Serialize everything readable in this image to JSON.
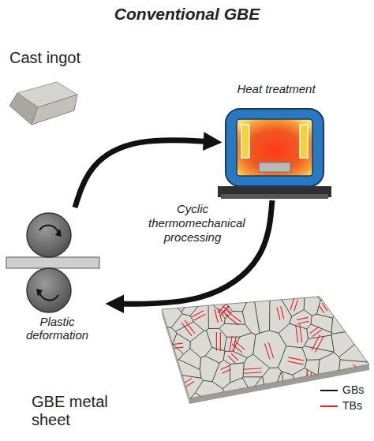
{
  "diagram": {
    "title": "Conventional GBE",
    "nodes": [
      {
        "text": [
          "Cast ingot"
        ]
      },
      {
        "text": [
          "Heat treatment"
        ]
      },
      {
        "text": [
          "Plastic deformation"
        ]
      },
      {
        "text": [
          "GBE metal sheet"
        ]
      }
    ],
    "edges": [
      {
        "from": 2,
        "to": 1,
        "arrow": "to"
      },
      {
        "from": 1,
        "to": 2,
        "arrow": "to"
      }
    ],
    "labels": [
      "Cyclic thermomechanical processing"
    ],
    "legend": [
      {
        "text": "GBs"
      },
      {
        "text": "TBs"
      }
    ]
  }
}
